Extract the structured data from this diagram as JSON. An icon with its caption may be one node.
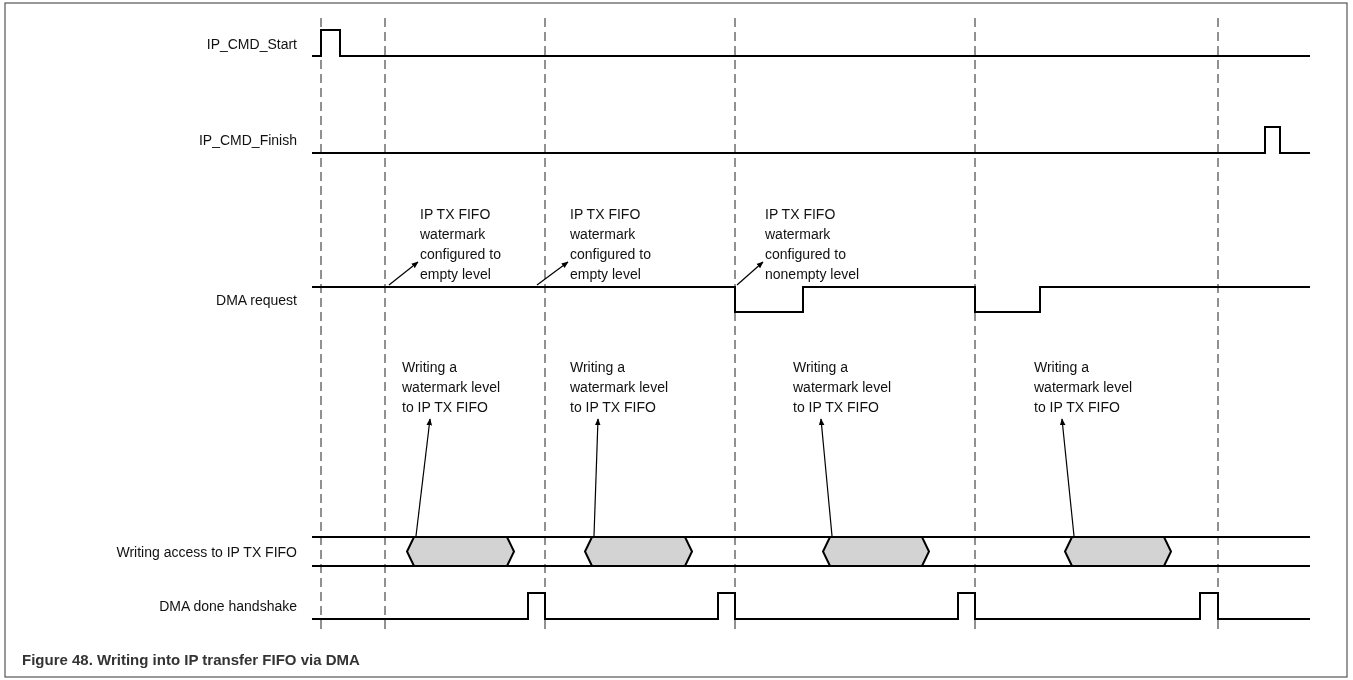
{
  "diagram": {
    "caption": "Figure 48. Writing into IP transfer FIFO via DMA",
    "nodes": [
      {
        "text": [
          "IP TX FIFO watermark configured to empty level"
        ]
      },
      {
        "text": [
          "IP TX FIFO watermark configured to empty level"
        ]
      },
      {
        "text": [
          "IP TX FIFO watermark configured to nonempty level"
        ]
      },
      {
        "text": [
          "Writing a watermark level to IP TX FIFO"
        ]
      },
      {
        "text": [
          "Writing a watermark level to IP TX FIFO"
        ]
      },
      {
        "text": [
          "Writing a watermark level to IP TX FIFO"
        ]
      },
      {
        "text": [
          "Writing a watermark level to IP TX FIFO"
        ]
      },
      {
        "text": [],
        "shape": "hexagon"
      },
      {
        "text": [],
        "shape": "hexagon"
      },
      {
        "text": [],
        "shape": "hexagon"
      },
      {
        "text": [],
        "shape": "hexagon"
      },
      {
        "text": [],
        "shape": "waveform"
      }
    ],
    "edges": [
      {
        "from": 11,
        "to": 0,
        "arrow": "to"
      },
      {
        "from": 11,
        "to": 1,
        "arrow": "to"
      },
      {
        "from": 11,
        "to": 2,
        "arrow": "to"
      },
      {
        "from": 7,
        "to": 3,
        "arrow": "to"
      },
      {
        "from": 8,
        "to": 4,
        "arrow": "to"
      },
      {
        "from": 9,
        "to": 5,
        "arrow": "to"
      },
      {
        "from": 10,
        "to": 6,
        "arrow": "to"
      }
    ],
    "labels": [
      "IP_CMD_Start",
      "IP_CMD_Finish",
      "DMA request",
      "Writing access to IP TX FIFO",
      "DMA done handshake"
    ]
  }
}
